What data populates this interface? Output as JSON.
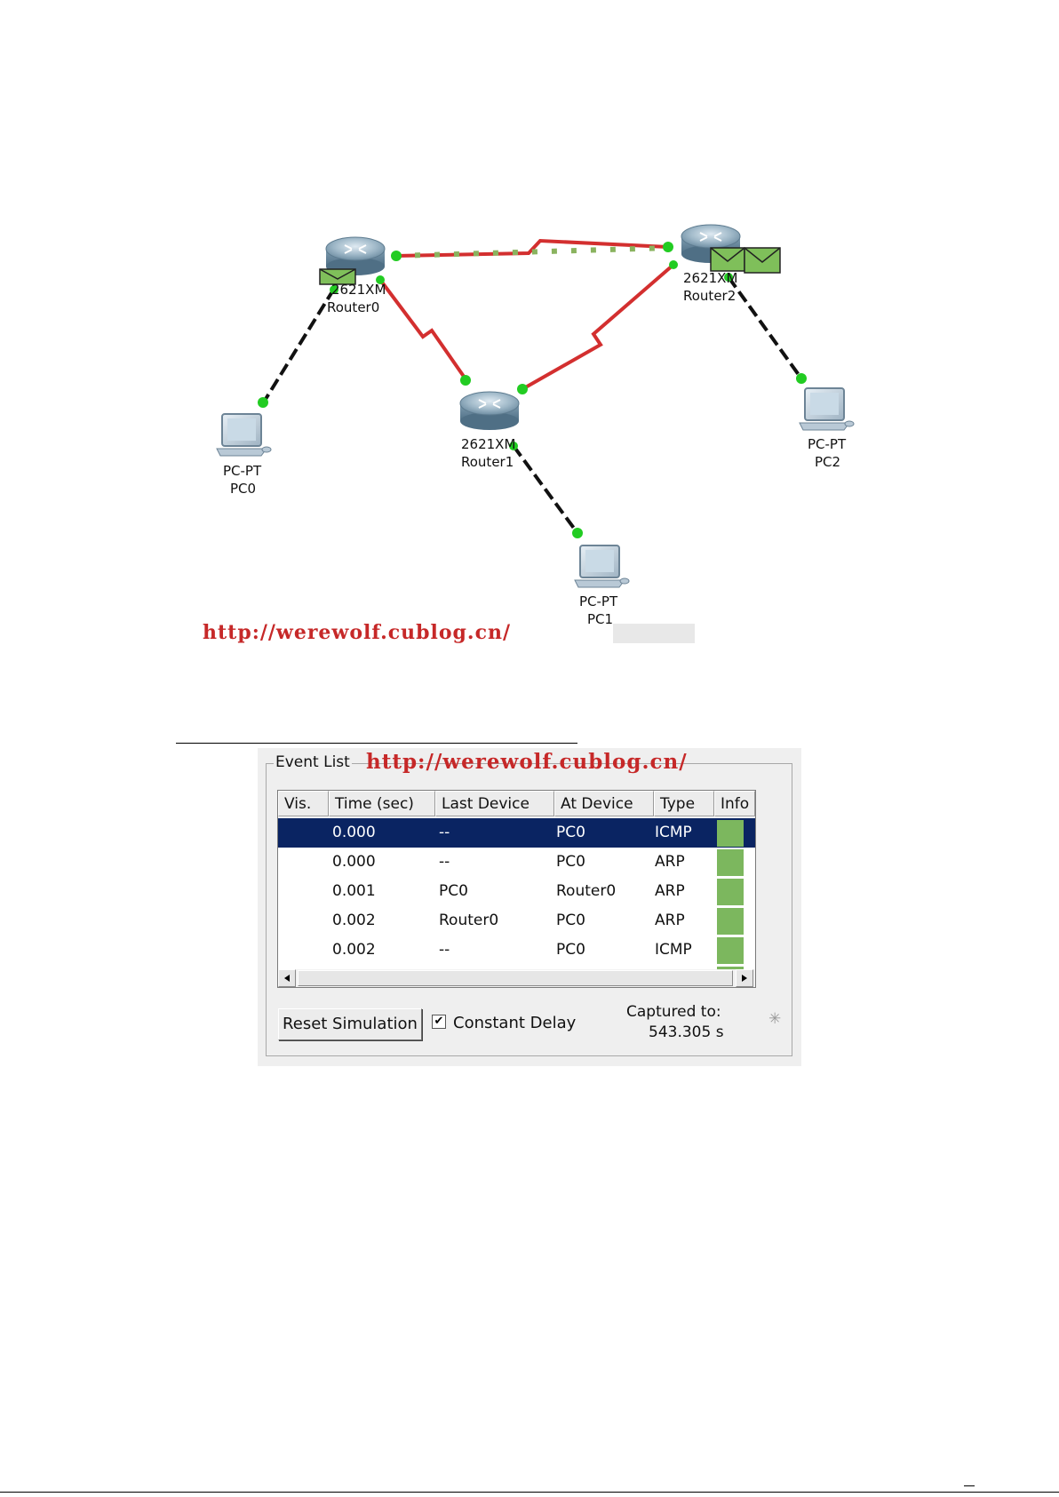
{
  "topology": {
    "devices": [
      {
        "id": "router0",
        "model": "2621XM",
        "name": "Router0"
      },
      {
        "id": "router1",
        "model": "2621XM",
        "name": "Router1"
      },
      {
        "id": "router2",
        "model": "2621XM",
        "name": "Router2"
      },
      {
        "id": "pc0",
        "model": "PC-PT",
        "name": "PC0"
      },
      {
        "id": "pc1",
        "model": "PC-PT",
        "name": "PC1"
      },
      {
        "id": "pc2",
        "model": "PC-PT",
        "name": "PC2"
      }
    ],
    "link_colors": {
      "serial": "#d32f2f",
      "ethernet": "#111111",
      "link_light": "#22cc22",
      "envelope": "#7fbf5a"
    },
    "watermark": "http://werewolf.cublog.cn/"
  },
  "event_list": {
    "title": "Event List",
    "watermark": "http://werewolf.cublog.cn/",
    "columns": [
      "Vis.",
      "Time (sec)",
      "Last Device",
      "At Device",
      "Type",
      "Info"
    ],
    "rows": [
      {
        "time": "0.000",
        "last": "--",
        "at": "PC0",
        "type": "ICMP",
        "selected": true
      },
      {
        "time": "0.000",
        "last": "--",
        "at": "PC0",
        "type": "ARP",
        "selected": false
      },
      {
        "time": "0.001",
        "last": "PC0",
        "at": "Router0",
        "type": "ARP",
        "selected": false
      },
      {
        "time": "0.002",
        "last": "Router0",
        "at": "PC0",
        "type": "ARP",
        "selected": false
      },
      {
        "time": "0.002",
        "last": "--",
        "at": "PC0",
        "type": "ICMP",
        "selected": false
      }
    ],
    "info_color": "#7cb75e",
    "selected_color": "#0a2462",
    "reset_label": "Reset Simulation",
    "constant_delay_label": "Constant Delay",
    "constant_delay_checked": true,
    "captured_label": "Captured to:",
    "captured_value": "543.305 s"
  }
}
